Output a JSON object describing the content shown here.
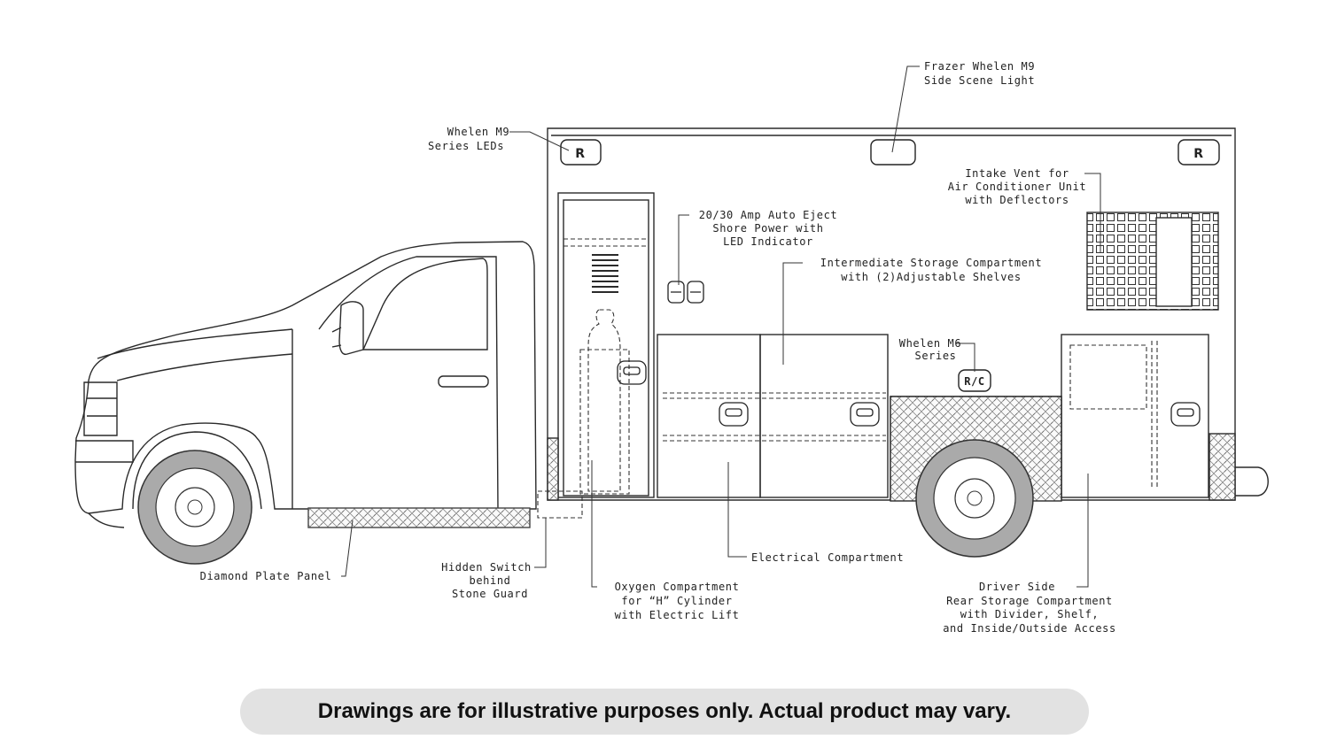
{
  "callouts": {
    "whelen_m9": [
      "Whelen M9",
      "Series LEDs"
    ],
    "frazer_whelen": [
      "Frazer Whelen M9",
      "Side Scene Light"
    ],
    "intake_vent": [
      "Intake Vent for",
      "Air Conditioner Unit",
      "with Deflectors"
    ],
    "shore_power": [
      "20/30 Amp Auto Eject",
      "Shore Power with",
      "LED Indicator"
    ],
    "intermediate_storage": [
      "Intermediate Storage Compartment",
      "with (2)Adjustable Shelves"
    ],
    "whelen_m6": [
      "Whelen M6",
      "Series"
    ],
    "diamond_plate": [
      "Diamond Plate Panel"
    ],
    "hidden_switch": [
      "Hidden Switch",
      "behind",
      "Stone Guard"
    ],
    "oxygen": [
      "Oxygen Compartment",
      "for “H” Cylinder",
      "with Electric Lift"
    ],
    "electrical": [
      "Electrical Compartment"
    ],
    "rear_storage": [
      "Driver Side",
      "Rear Storage Compartment",
      "with Divider, Shelf,",
      "and Inside/Outside Access"
    ]
  },
  "light_labels": {
    "front_light": "R",
    "rear_light": "R",
    "m6_light": "R/C"
  },
  "disclaimer": "Drawings are for illustrative purposes only. Actual product may vary."
}
